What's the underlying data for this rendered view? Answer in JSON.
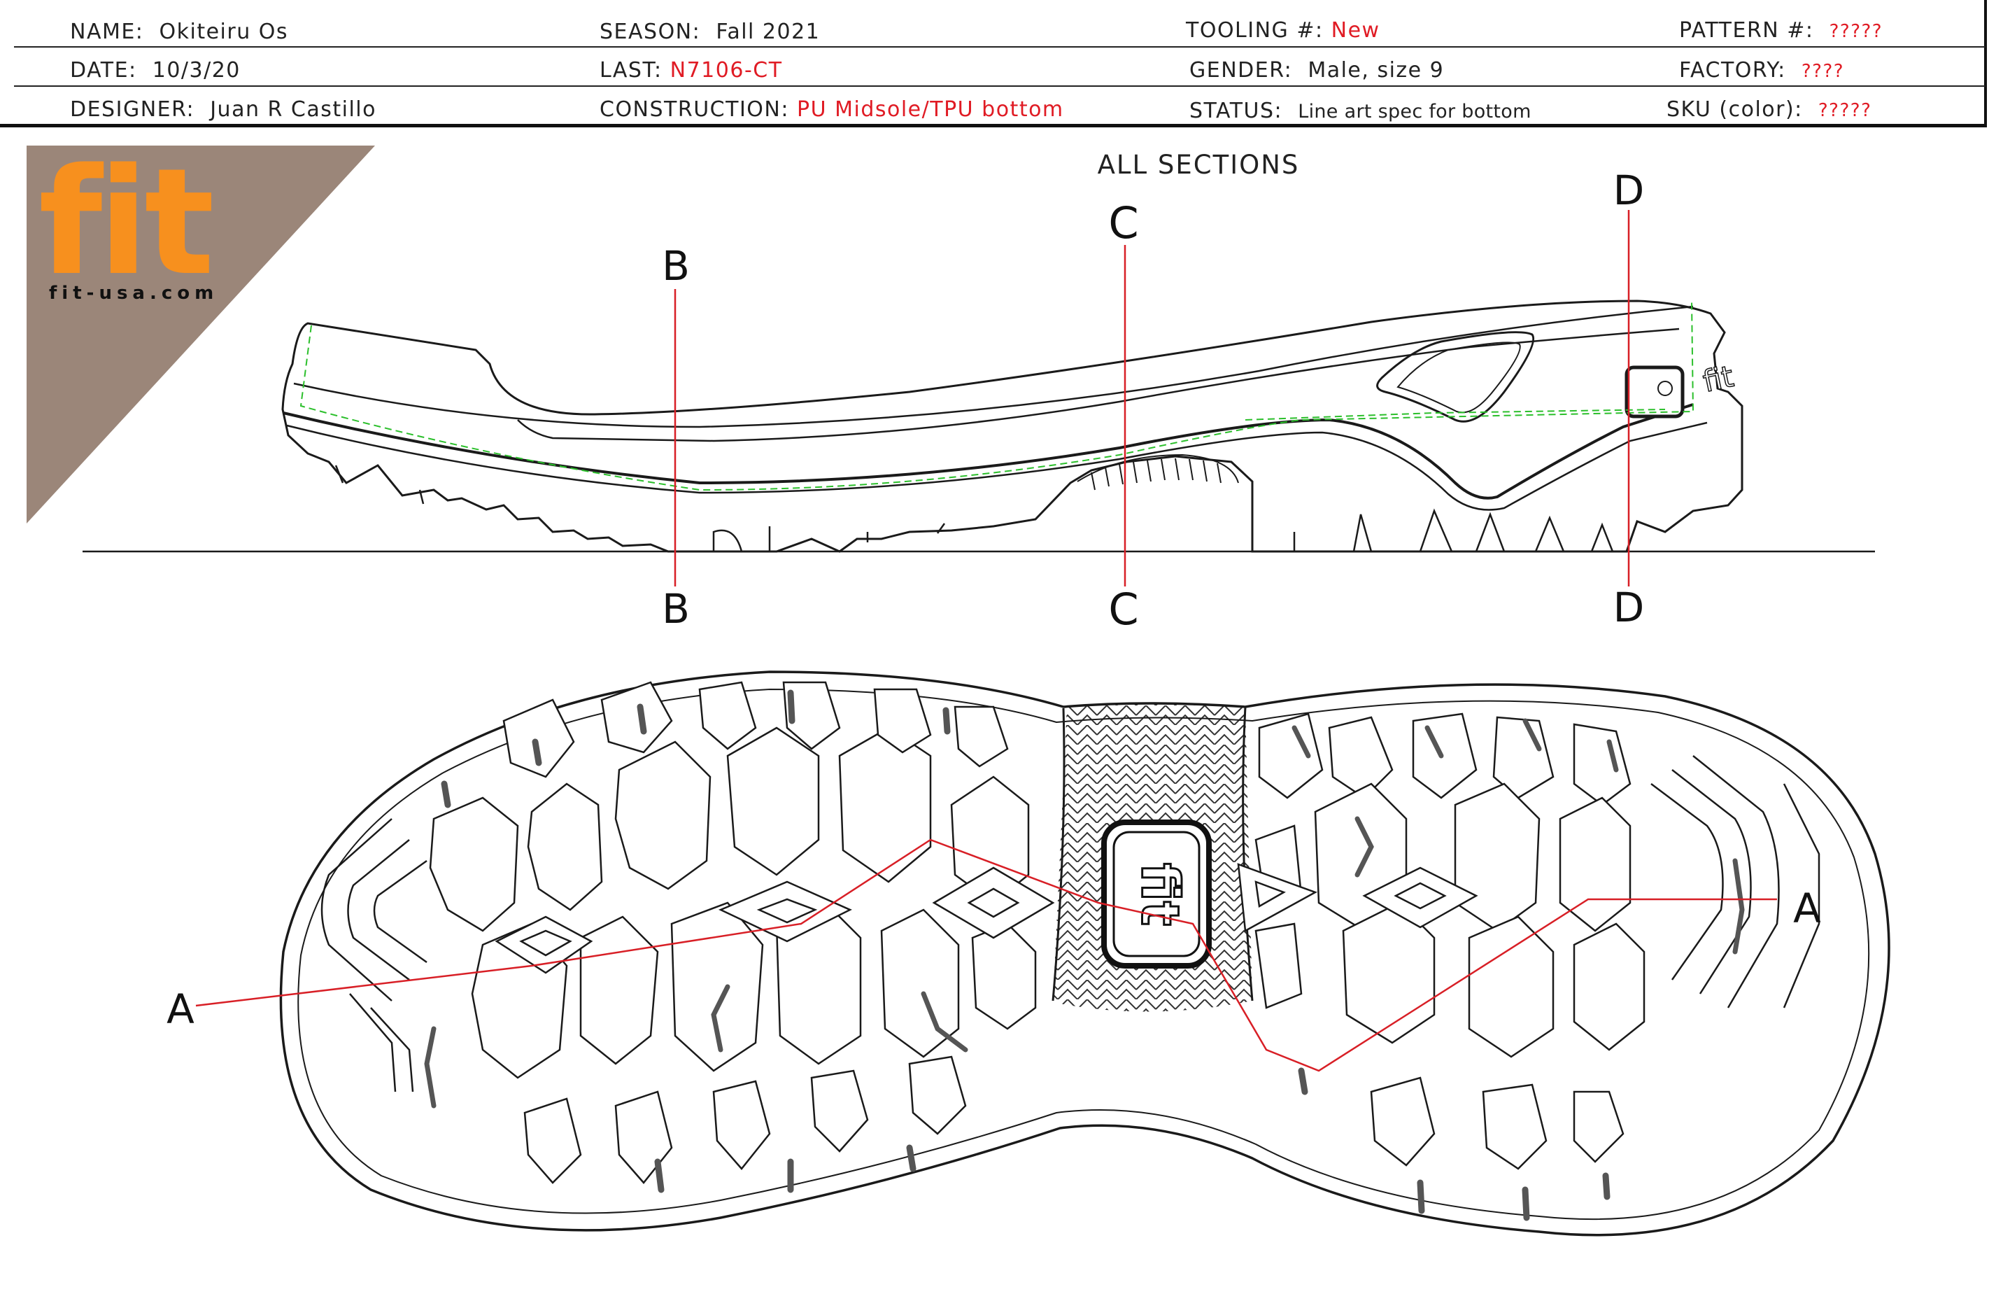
{
  "header": {
    "rows": [
      [
        {
          "label": "NAME:",
          "value": "Okiteiru Os",
          "color": "#222222"
        },
        {
          "label": "SEASON:",
          "value": "Fall 2021",
          "color": "#222222"
        },
        {
          "label": "TOOLING #:",
          "value": "New",
          "color": "#e01b24"
        },
        {
          "label": "PATTERN #:",
          "value": "?????",
          "color": "#e01b24"
        }
      ],
      [
        {
          "label": "DATE:",
          "value": "10/3/20",
          "color": "#222222"
        },
        {
          "label": "LAST:",
          "value": "N7106-CT",
          "color": "#e01b24"
        },
        {
          "label": "GENDER:",
          "value": "Male, size 9",
          "color": "#222222"
        },
        {
          "label": "FACTORY:",
          "value": "????",
          "color": "#e01b24"
        }
      ],
      [
        {
          "label": "DESIGNER:",
          "value": "Juan R Castillo",
          "color": "#222222"
        },
        {
          "label": "CONSTRUCTION:",
          "value": "PU Midsole/TPU bottom",
          "color": "#e01b24"
        },
        {
          "label": "STATUS:",
          "value": "Line art spec for bottom",
          "color": "#222222"
        },
        {
          "label": "SKU (color):",
          "value": "?????",
          "color": "#e01b24"
        }
      ]
    ]
  },
  "logo": {
    "text": "fit",
    "url_text": "fit-usa.com",
    "text_color": "#f7901e",
    "panel_color": "#9b8679"
  },
  "side_view": {
    "title": "ALL SECTIONS",
    "brand_text": "fit",
    "sections": [
      {
        "top": "B",
        "bottom": "B"
      },
      {
        "top": "C",
        "bottom": "C"
      },
      {
        "top": "D",
        "bottom": "D"
      }
    ]
  },
  "bottom_view": {
    "badge_text": "fit",
    "section_left": "A",
    "section_right": "A"
  },
  "colors": {
    "section_line": "#d81f26",
    "guide_line": "#2bbf2b",
    "outline": "#1a1a1a",
    "groove": "#555555"
  }
}
